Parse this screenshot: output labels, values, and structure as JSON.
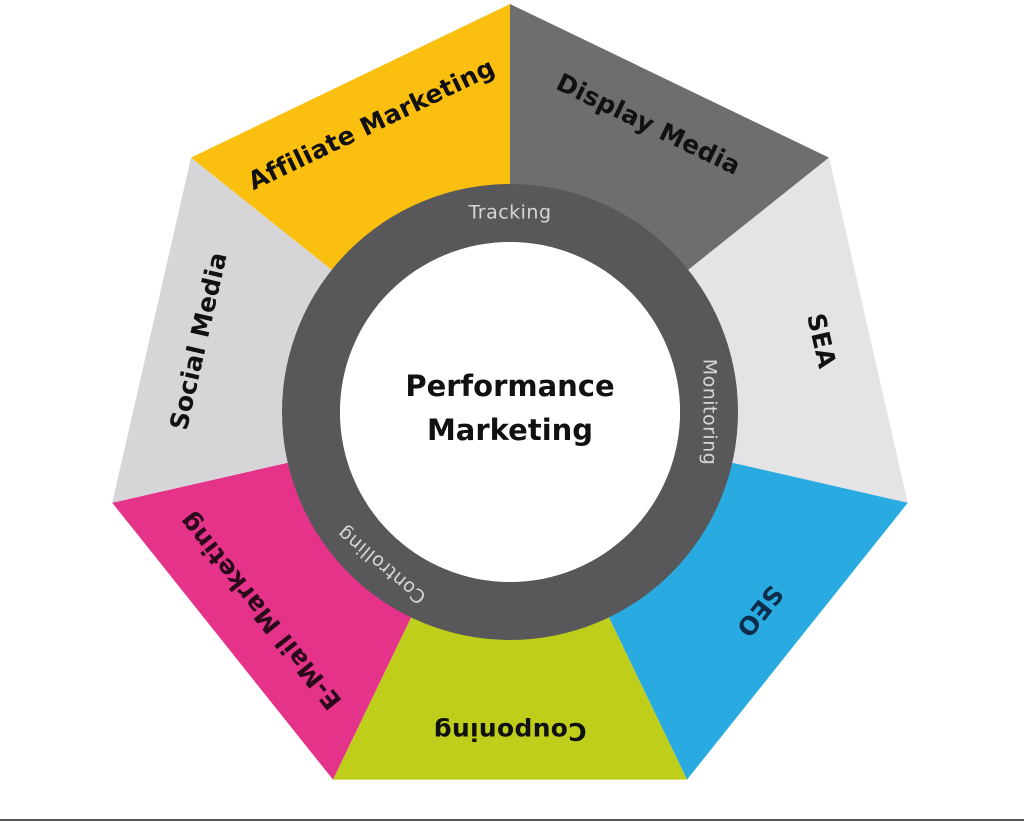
{
  "diagram": {
    "center": {
      "lines": [
        "Performance",
        "Marketing"
      ],
      "text_color": "#111111",
      "fill": "#ffffff"
    },
    "ring": {
      "color": "#58585a",
      "text_color": "#d6d6d6",
      "labels": [
        "Tracking",
        "Monitoring",
        "Controlling"
      ]
    },
    "segments": [
      {
        "label": "Display Media",
        "color": "#6e6e70",
        "text_color": "#111111"
      },
      {
        "label": "SEA",
        "color": "#e4e4e6",
        "text_color": "#111111"
      },
      {
        "label": "SEO",
        "color": "#29abe2",
        "text_color": "#0d2d4a"
      },
      {
        "label": "Couponing",
        "color": "#bfce1a",
        "text_color": "#111111"
      },
      {
        "label": "E-Mail Marketing",
        "color": "#e5338a",
        "text_color": "#2a0a1a"
      },
      {
        "label": "Social Media",
        "color": "#d6d6d8",
        "text_color": "#111111"
      },
      {
        "label": "Affiliate Marketing",
        "color": "#fbbf10",
        "text_color": "#111111"
      }
    ]
  }
}
